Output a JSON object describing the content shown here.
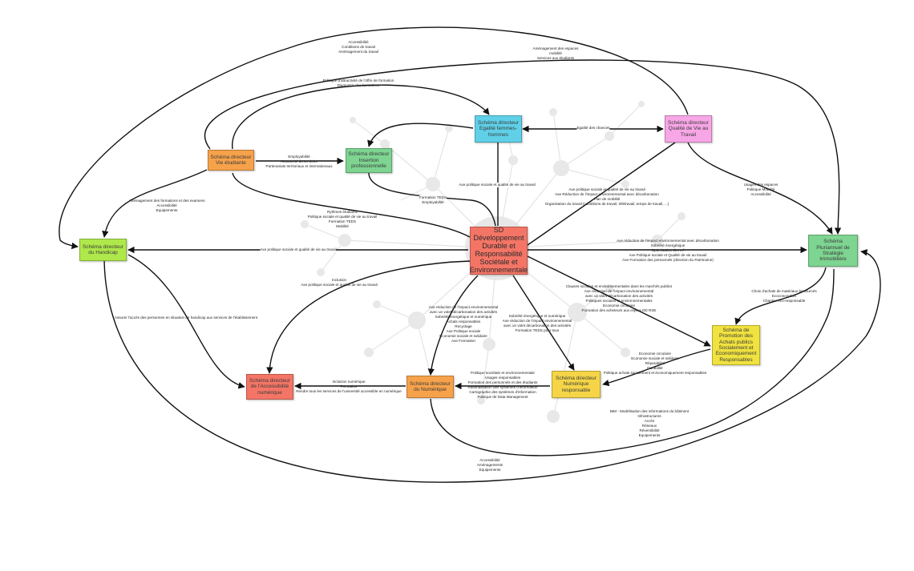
{
  "colors": {
    "orange": "#f6a24b",
    "green": "#7ed491",
    "cyan": "#5fd0e8",
    "pink": "#f7a6e6",
    "lime": "#aee84a",
    "red": "#f47566",
    "yellow": "#f5d547",
    "yellow2": "#f0e23f"
  },
  "nodes": {
    "vie_etudiante": "Schéma directeur\nVie étudiante",
    "insertion_pro": "Schéma directeur\nInsertion\nprofessionnelle",
    "egalite": "Schéma directeur\nEgalité femmes-\nhommes",
    "qualite_vie": "Schéma directeur\nQualité de Vie au\nTravail",
    "handicap": "Schéma directeur\ndu Handicap",
    "sd_central": "SD\nDéveloppement\nDurable et\nResponsabilité\nSociétale et\nEnvironnementale",
    "immobiliere": "Schéma\nPluriannuel de\nStratégie\nImmobilière",
    "achats": "Schéma de\nPromotion des\nAchats publics\nSocialement et\nEconomiquement\nResponsables",
    "accessibilite_num": "Schéma directeur\nde l'Accessibilité\nnumérique",
    "numerique": "Schéma directeur\ndu Numérique",
    "numerique_resp": "Schéma directeur\nNumérique\nresponsable"
  },
  "labels": {
    "top_left": "Accessibilité\nConditions de travail\nAménagement du travail",
    "top_right": "Aménagement des espaces\nmobilité\nServices aux étudiants",
    "attractivite": "Politique d'attractivité de l'offre de formation\nDiagnostic des formations",
    "egalite_qvt": "Egalité des chances",
    "employabilite": "Employabilité\nAttractivité du territoire\nPartenariats territoriaux et internationaux",
    "formation_teds": "Formation TEDS\nEmployabilité",
    "axe_politique_egalite": "Axe politique sociale et qualité de vie au travail",
    "qvt_sd": "Axe politique sociale et qualité de vie au travail\nAxe Réduction de l'impact environnemental avec décarbonation\nPlan de mobilité\nOrganisation du travail (conditions de travail, télétravail, temps de travail, ...)",
    "qvt_immo": "Usages des espaces\nPolitique Mobilité\nAccessibilité",
    "amenagement_formations": "Aménagement des formations et des examens\nAccessibilité\nEquipements",
    "rythmes": "Rythmes étudiants\nPolitique sociale et qualité de vie au travail\nFormation TEDS\nMobilité",
    "handicap_sd": "Axe politique sociale et qualité de vie au travail",
    "sd_immo": "Axe réduction de l'impact environnemental avec décarbonation\nSobriété énergétique\nOptimisation des m²\nAxe Politique sociale et Qualité de vie au travail\nAxe Formation des personnels (direction du Patrimoine)",
    "inclusion": "Inclusion\nAxe politique sociale et qualité de vie au travail",
    "clauses": "Clauses sociales et environnementales dans les marchés publics\nAxe réduction de l'impact environnemental\navec un volet décarbonation des activités\nPolitiques sociales et environnementales\nEconomie circulaire\nFormation des acheteurs aux enjeux DD RSE",
    "immo_achats": "Choix d'achats de matériaux biosourcés\nEcoconception\nChantier éco-responsable",
    "assurer_acces": "Assurer l'accès des personnes en situation de handicap aux services de l'établissement",
    "sd_numerique": "Axe réduction de l'impact environnemental\navec un volet décarbonation des activités\nSobriété énergétique et numérique\nAchats responsables\nRecyclage\nAxe Politique sociale\nEconomie sociale et solidaire\nAxe Formation",
    "sd_numresp": "Sobriété énergétique et numérique\nAxe réduction de l'impact environnemental\navec un volet décarbonation des activités\nFormation TEDS pour tous",
    "achats_numresp": "Economie circulaire\nEconomie sociale et solidaire\nRéparabilité\nDurabilité\nPolitique achats socialement et économiquement responsables",
    "numresp_num": "Politique sociétale et environnementale\nUsages responsables\nFormation des personnels et des étudiants\nRationalisation des systèmes d'information\nCartographie des systèmes d'information\nPolitique de Data Management",
    "num_access": "Inclusion numérique\nFormation\nRendre tous les services de l'université accessible en numérique",
    "bim": "BIM - Modélisation des informations du bâtiment\nInfrastructures\nAccès\nRéseaux\nRéversibilité\nEquipements",
    "bottom": "Accessibilité\nAménagements\nEquipements"
  }
}
